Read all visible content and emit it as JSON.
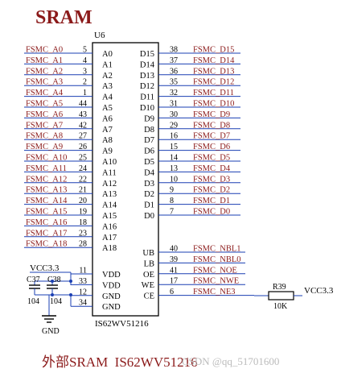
{
  "title": "SRAM",
  "caption": "外部SRAM  IS62WV51216",
  "watermark": "CSDN @qq_51701600",
  "colors": {
    "title": "#8b1a1a",
    "net": "#8b1a1a",
    "wire": "#1a3fb3",
    "outline": "#000000",
    "caption": "#8b1a1a",
    "watermark": "#bbbbbb"
  },
  "chip": {
    "ref": "U6",
    "part": "IS62WV51216",
    "left_pins": [
      {
        "net": "FSMC_A0",
        "num": "5",
        "name": "A0"
      },
      {
        "net": "FSMC_A1",
        "num": "4",
        "name": "A1"
      },
      {
        "net": "FSMC_A2",
        "num": "3",
        "name": "A2"
      },
      {
        "net": "FSMC_A3",
        "num": "2",
        "name": "A3"
      },
      {
        "net": "FSMC_A4",
        "num": "1",
        "name": "A4"
      },
      {
        "net": "FSMC_A5",
        "num": "44",
        "name": "A5"
      },
      {
        "net": "FSMC_A6",
        "num": "43",
        "name": "A6"
      },
      {
        "net": "FSMC_A7",
        "num": "42",
        "name": "A7"
      },
      {
        "net": "FSMC_A8",
        "num": "27",
        "name": "A8"
      },
      {
        "net": "FSMC_A9",
        "num": "26",
        "name": "A9"
      },
      {
        "net": "FSMC_A10",
        "num": "25",
        "name": "A10"
      },
      {
        "net": "FSMC_A11",
        "num": "24",
        "name": "A11"
      },
      {
        "net": "FSMC_A12",
        "num": "22",
        "name": "A12"
      },
      {
        "net": "FSMC_A13",
        "num": "21",
        "name": "A13"
      },
      {
        "net": "FSMC_A14",
        "num": "20",
        "name": "A14"
      },
      {
        "net": "FSMC_A15",
        "num": "19",
        "name": "A15"
      },
      {
        "net": "FSMC_A16",
        "num": "18",
        "name": "A16"
      },
      {
        "net": "FSMC_A17",
        "num": "23",
        "name": "A17"
      },
      {
        "net": "FSMC_A18",
        "num": "28",
        "name": "A18"
      }
    ],
    "right_pins": [
      {
        "net": "FSMC_D15",
        "num": "38",
        "name": "D15"
      },
      {
        "net": "FSMC_D14",
        "num": "37",
        "name": "D14"
      },
      {
        "net": "FSMC_D13",
        "num": "36",
        "name": "D13"
      },
      {
        "net": "FSMC_D12",
        "num": "35",
        "name": "D12"
      },
      {
        "net": "FSMC_D11",
        "num": "32",
        "name": "D11"
      },
      {
        "net": "FSMC_D10",
        "num": "31",
        "name": "D10"
      },
      {
        "net": "FSMC_D9",
        "num": "30",
        "name": "D9"
      },
      {
        "net": "FSMC_D8",
        "num": "29",
        "name": "D8"
      },
      {
        "net": "FSMC_D7",
        "num": "16",
        "name": "D7"
      },
      {
        "net": "FSMC_D6",
        "num": "15",
        "name": "D6"
      },
      {
        "net": "FSMC_D5",
        "num": "14",
        "name": "D5"
      },
      {
        "net": "FSMC_D4",
        "num": "13",
        "name": "D4"
      },
      {
        "net": "FSMC_D3",
        "num": "10",
        "name": "D3"
      },
      {
        "net": "FSMC_D2",
        "num": "9",
        "name": "D2"
      },
      {
        "net": "FSMC_D1",
        "num": "8",
        "name": "D1"
      },
      {
        "net": "FSMC_D0",
        "num": "7",
        "name": "D0"
      }
    ],
    "ctrl_pins": [
      {
        "net": "FSMC_NBL1",
        "num": "40",
        "name": "UB"
      },
      {
        "net": "FSMC_NBL0",
        "num": "39",
        "name": "LB"
      },
      {
        "net": "FSMC_NOE",
        "num": "41",
        "name": "OE"
      },
      {
        "net": "FSMC_NWE",
        "num": "17",
        "name": "WE"
      },
      {
        "net": "FSMC_NE3",
        "num": "6",
        "name": "CE"
      }
    ],
    "power_pins": [
      {
        "num": "11",
        "name": "VDD"
      },
      {
        "num": "33",
        "name": "VDD"
      },
      {
        "num": "12",
        "name": "GND"
      },
      {
        "num": "34",
        "name": "GND"
      }
    ]
  },
  "power": {
    "vcc_left": "VCC3.3",
    "vcc_right": "VCC3.3",
    "gnd": "GND",
    "caps": [
      {
        "ref": "C37",
        "value": "104"
      },
      {
        "ref": "C38",
        "value": "104"
      }
    ],
    "resistor": {
      "ref": "R39",
      "value": "10K"
    }
  }
}
